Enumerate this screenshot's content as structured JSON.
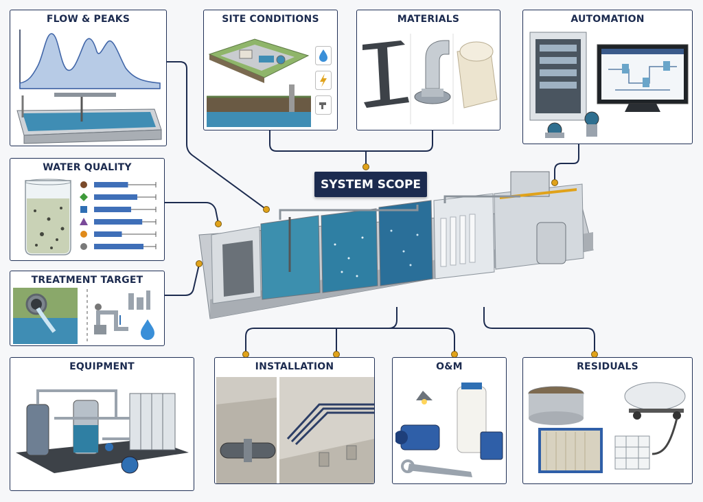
{
  "center": {
    "label": "SYSTEM SCOPE"
  },
  "panels": {
    "flow": {
      "title": "FLOW & PEAKS"
    },
    "site": {
      "title": "SITE CONDITIONS"
    },
    "materials": {
      "title": "MATERIALS"
    },
    "automation": {
      "title": "AUTOMATION"
    },
    "quality": {
      "title": "WATER QUALITY"
    },
    "treatment": {
      "title": "TREATMENT TARGET"
    },
    "equipment": {
      "title": "EQUIPMENT"
    },
    "installation": {
      "title": "INSTALLATION"
    },
    "om": {
      "title": "O&M"
    },
    "residuals": {
      "title": "RESIDUALS"
    }
  },
  "colors": {
    "navy": "#1c2b4f",
    "accent": "#e0a21a",
    "water": "#3a8fb5",
    "steel": "#9aa3ad"
  },
  "icons": [
    "water-drop-icon",
    "lightning-icon",
    "faucet-icon"
  ],
  "quality_markers": [
    {
      "shape": "circle",
      "color": "#7a4a2a",
      "bar": 0.55
    },
    {
      "shape": "diamond",
      "color": "#3e9a3a",
      "bar": 0.7
    },
    {
      "shape": "square",
      "color": "#2f6fb3",
      "bar": 0.6
    },
    {
      "shape": "triangle",
      "color": "#7a4a9a",
      "bar": 0.78
    },
    {
      "shape": "circle",
      "color": "#e08a1a",
      "bar": 0.45
    },
    {
      "shape": "circle",
      "color": "#7a7a7a",
      "bar": 0.8
    }
  ]
}
